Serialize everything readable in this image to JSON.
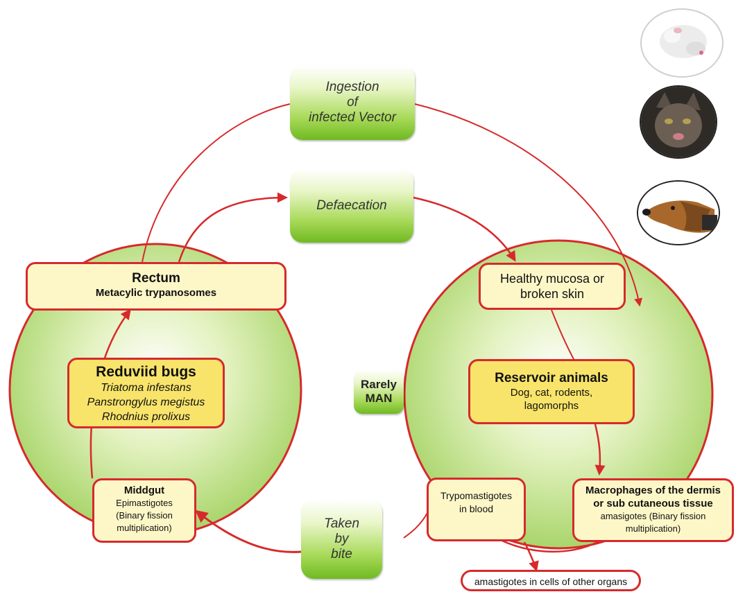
{
  "stages": {
    "ingestion": [
      "Ingestion",
      "of",
      "infected Vector"
    ],
    "defaecation": "Defaecation",
    "taken_by_bite": [
      "Taken",
      "by",
      "bite"
    ],
    "rarely_man": [
      "Rarely",
      "MAN"
    ]
  },
  "rectum": {
    "title": "Rectum",
    "subtitle": "Metacylic trypanosomes"
  },
  "reduviid": {
    "title": "Reduviid bugs",
    "species": [
      "Triatoma infestans",
      "Panstrongylus megistus",
      "Rhodnius prolixus"
    ]
  },
  "middgut": {
    "title": "Middgut",
    "lines": [
      "Epimastigotes",
      "(Binary fission",
      "multiplication)"
    ]
  },
  "mucosa": [
    "Healthy mucosa or",
    "broken skin"
  ],
  "reservoir": {
    "title": "Reservoir animals",
    "lines": [
      "Dog, cat, rodents,",
      "lagomorphs"
    ]
  },
  "macrophages": {
    "title": [
      "Macrophages of the dermis",
      "or sub cutaneous tissue"
    ],
    "lines": [
      "amasigotes (Binary fission",
      "multiplication)"
    ]
  },
  "trypomastigotes": [
    "Trypomastigotes",
    "in blood"
  ],
  "amastigotes_other": "amastigotes in cells of other organs",
  "animals": [
    "rodent-photo",
    "cat-photo",
    "dog-photo"
  ],
  "colors": {
    "arrow": "#d7292c",
    "circle_border": "#d7292c",
    "box_pale": "#fdf7c8",
    "box_yellow": "#f8e46a",
    "green_dark": "#6fba22"
  }
}
